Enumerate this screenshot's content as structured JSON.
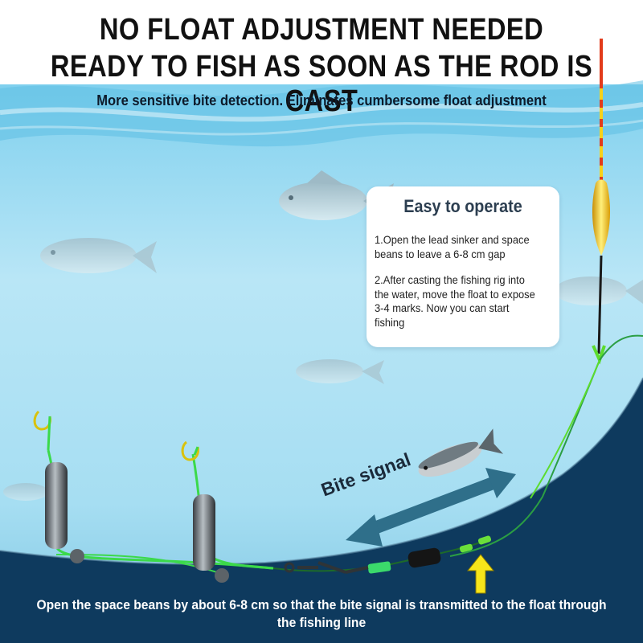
{
  "headline": {
    "line1": "NO FLOAT ADJUSTMENT NEEDED",
    "line2": "READY TO FISH AS SOON AS THE ROD IS CAST"
  },
  "subheadline": "More sensitive bite detection. Eliminates cumbersome float adjustment",
  "instructions": {
    "title": "Easy to operate",
    "steps": [
      "1.Open the lead sinker and space beans to leave a 6-8 cm gap",
      "2.After casting the fishing rig into the water, move the float to expose 3-4 marks. Now you can start fishing"
    ]
  },
  "bite_label": "Bite signal",
  "bottom_caption": "Open the space beans by about 6-8 cm so that the bite signal is transmitted to the float through the fishing line",
  "colors": {
    "water_light": "#bfe7f6",
    "water_mid": "#86cdea",
    "water_deep": "#0e3a5e",
    "fishing_line": "#5cdc2e",
    "arrow": "#2f6f8a",
    "float_body": "#f4c415"
  }
}
